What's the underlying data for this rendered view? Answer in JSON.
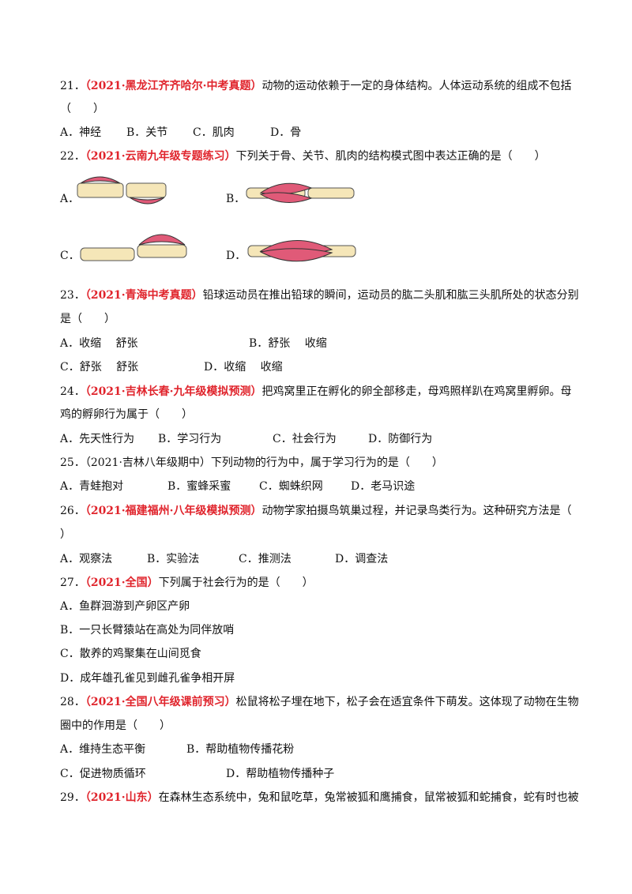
{
  "questions": [
    {
      "num": "21．",
      "src_open": "（",
      "src": "2021·黑龙江齐齐哈尔·中考真题",
      "src_close": "）",
      "stem_1": "动物的运动依赖于一定的身体结构。人体运动系统的组成不包括",
      "stem_2": "（　　）",
      "options": [
        "A．神经",
        "B．关节",
        "C．肌肉",
        "D．骨"
      ]
    },
    {
      "num": "22．",
      "src_open": "（",
      "src": "2021·云南九年级专题练习",
      "src_close": "）",
      "stem_1": "下列关于骨、关节、肌肉的结构模式图中表达正确的是（　　）",
      "figure_labels": [
        "A．",
        "B．",
        "C．",
        "D．"
      ]
    },
    {
      "num": "23．",
      "src_open": "（",
      "src": "2021·青海中考真题",
      "src_close": "）",
      "stem_1": "铅球运动员在推出铅球的瞬间，运动员的肱二头肌和肱三头肌所处的状态分别",
      "stem_2": "是（　　）",
      "options": [
        "A．收缩　 舒张",
        "B．舒张　 收缩",
        "C．舒张　 舒张",
        "D．收缩　 收缩"
      ]
    },
    {
      "num": "24．",
      "src_open": "（",
      "src": "2021·吉林长春·九年级模拟预测",
      "src_close": "）",
      "stem_1": "把鸡窝里正在孵化的卵全部移走，母鸡照样趴在鸡窝里孵卵。母",
      "stem_2": "鸡的孵卵行为属于（　　）",
      "options": [
        "A．先天性行为",
        "B．学习行为",
        "C．社会行为",
        "D．防御行为"
      ]
    },
    {
      "num": "25．",
      "plain_src": "（2021·吉林八年级期中）",
      "stem_1": "下列动物的行为中，属于学习行为的是（　　）",
      "options": [
        "A．青蛙抱对",
        "B．蜜蜂采蜜",
        "C．蜘蛛织网",
        "D．老马识途"
      ]
    },
    {
      "num": "26．",
      "src_open": "（",
      "src": "2021·福建福州·八年级模拟预测",
      "src_close": "）",
      "stem_1": "动物学家拍摄鸟筑巢过程，并记录鸟类行为。这种研究方法是（",
      "stem_2": "）",
      "options": [
        "A．观察法",
        "B．实验法",
        "C．推测法",
        "D．调查法"
      ]
    },
    {
      "num": "27．",
      "src_open": "（",
      "src": "2021·全国",
      "src_close": "）",
      "stem_1": "下列属于社会行为的是（　　）",
      "options": [
        "A．鱼群洄游到产卵区产卵",
        "B．一只长臂猿站在高处为同伴放哨",
        "C．散养的鸡聚集在山间觅食",
        "D．成年雄孔雀见到雌孔雀争相开屏"
      ]
    },
    {
      "num": "28．",
      "src_open": "（",
      "src": "2021·全国八年级课前预习",
      "src_close": "）",
      "stem_1": "松鼠将松子埋在地下，松子会在适宜条件下萌发。这体现了动物在生物",
      "stem_2": "圈中的作用是（　　）",
      "options": [
        "A．维持生态平衡",
        "B．帮助植物传播花粉",
        "C．促进物质循环",
        "D．帮助植物传播种子"
      ]
    },
    {
      "num": "29．",
      "src_open": "（",
      "src": "2021·山东",
      "src_close": "）",
      "stem_1": "在森林生态系统中，兔和鼠吃草，兔常被狐和鹰捕食，鼠常被狐和蛇捕食，蛇有时也被"
    }
  ],
  "colors": {
    "source": "#e0242c",
    "muscle": "#e05a78",
    "bone": "#f5e6b8"
  }
}
